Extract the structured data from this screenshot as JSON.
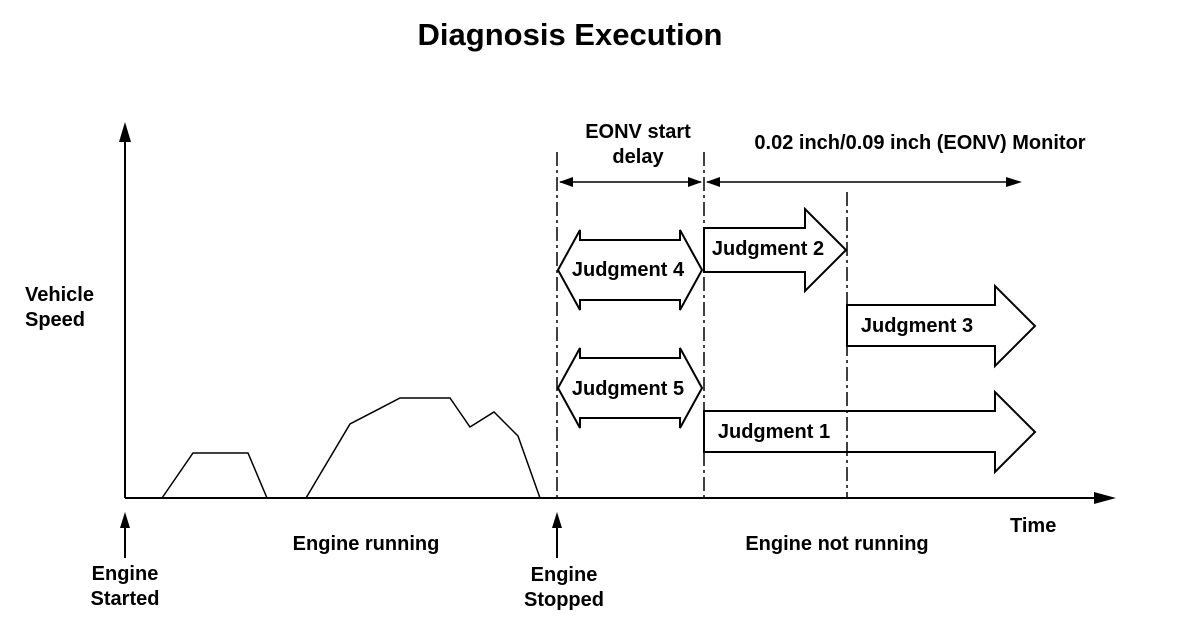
{
  "title": "Diagnosis Execution",
  "y_axis_label": [
    "Vehicle",
    "Speed"
  ],
  "x_axis_label": "Time",
  "phases": {
    "engine_running": "Engine running",
    "engine_not_running": "Engine not running"
  },
  "events": {
    "engine_started": [
      "Engine",
      "Started"
    ],
    "engine_stopped": [
      "Engine",
      "Stopped"
    ]
  },
  "intervals": {
    "start_delay": [
      "EONV start",
      "delay"
    ],
    "monitor": "0.02 inch/0.09 inch (EONV) Monitor"
  },
  "judgments": {
    "j1": "Judgment 1",
    "j2": "Judgment 2",
    "j3": "Judgment 3",
    "j4": "Judgment 4",
    "j5": "Judgment 5"
  },
  "colors": {
    "ink": "#000000",
    "background": "#ffffff"
  }
}
